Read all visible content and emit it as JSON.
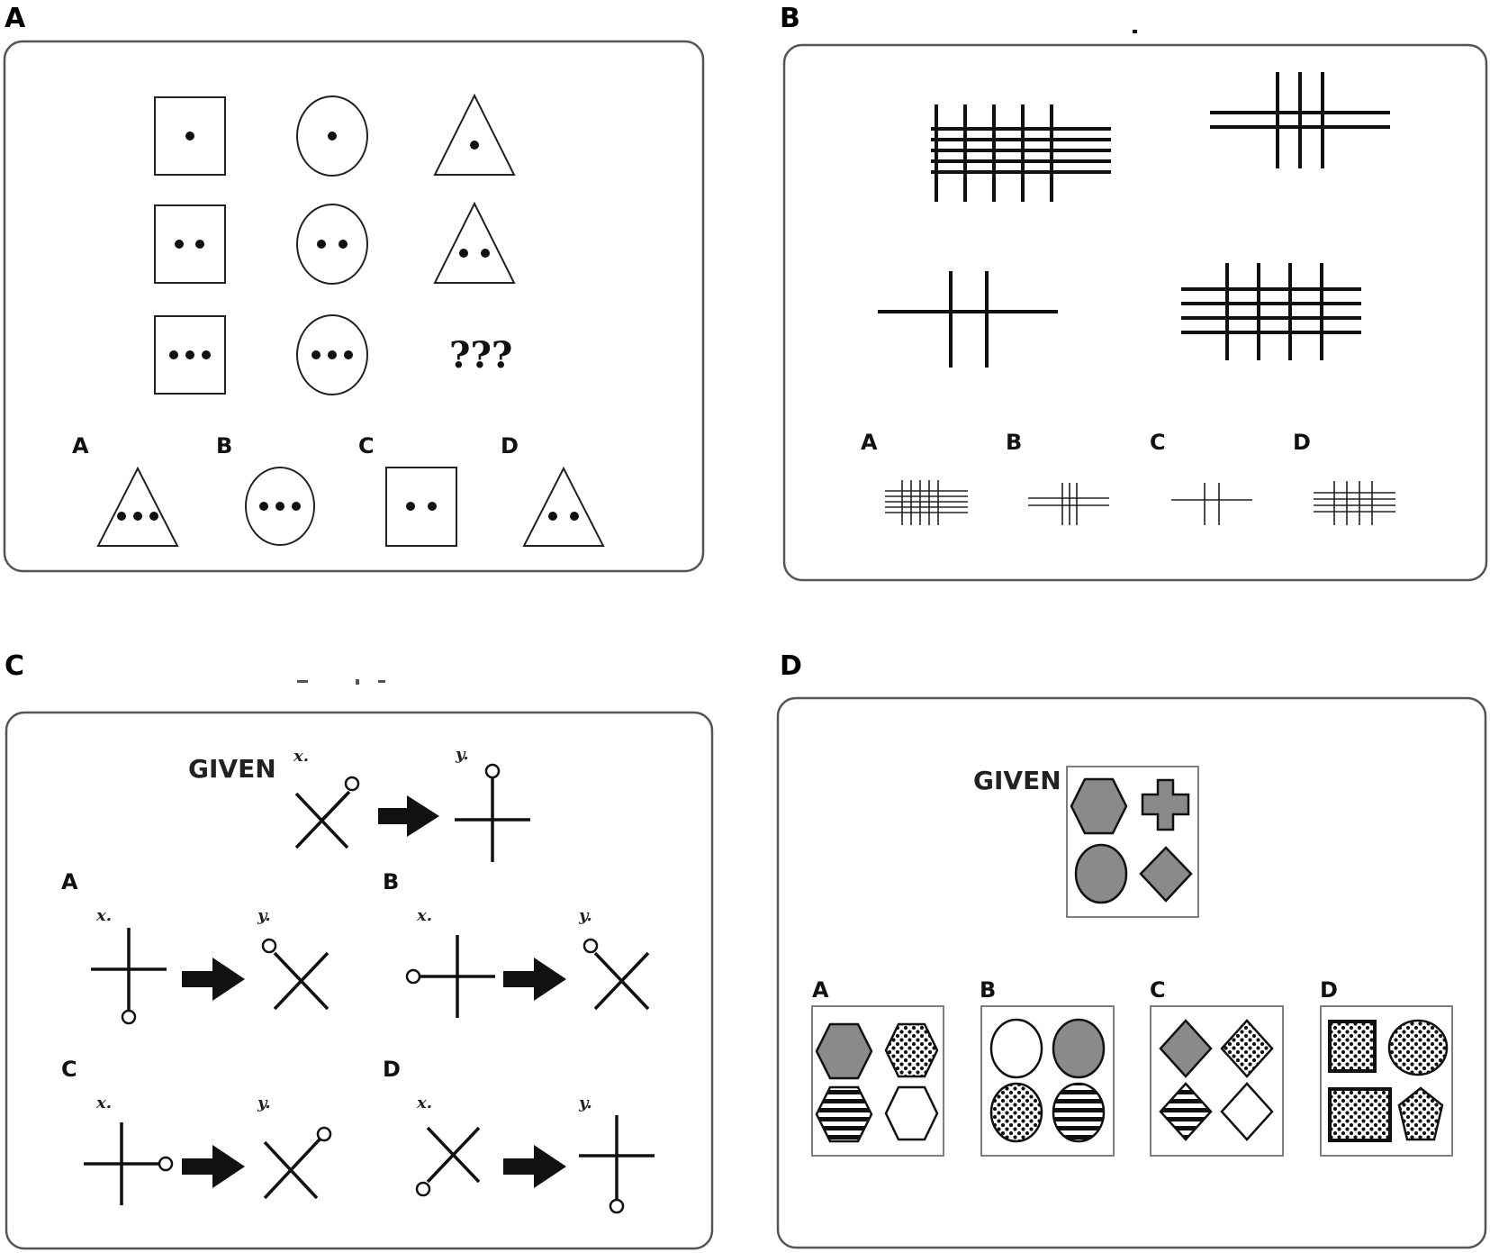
{
  "panels": {
    "A": {
      "label": "A",
      "question_mark": "???",
      "options": [
        "A",
        "B",
        "C",
        "D"
      ]
    },
    "B": {
      "label": "B",
      "options": [
        "A",
        "B",
        "C",
        "D"
      ]
    },
    "C": {
      "label": "C",
      "given": "GIVEN",
      "x_label": "x.",
      "y_label": "y.",
      "options": [
        "A",
        "B",
        "C",
        "D"
      ]
    },
    "D": {
      "label": "D",
      "given": "GIVEN",
      "options": [
        "A",
        "B",
        "C",
        "D"
      ]
    }
  },
  "colors": {
    "frame": "#555555",
    "ink": "#111111",
    "fill_gray": "#8a8a8a"
  },
  "icons": [
    "arrow-right-icon",
    "pin-icon"
  ]
}
